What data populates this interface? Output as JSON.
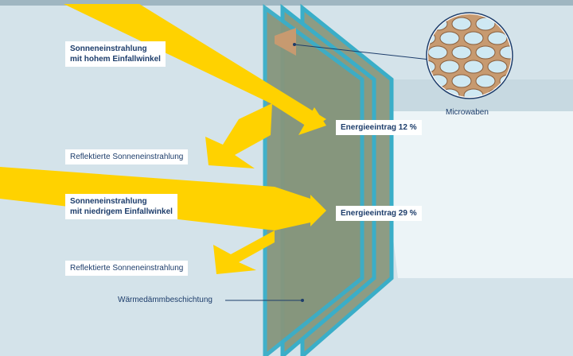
{
  "colors": {
    "background": "#d4e3ea",
    "top_bar": "#9fb6c1",
    "sun_ray": "#ffd200",
    "glass_edge": "#3aaec8",
    "glass_fill": "#86967d",
    "text": "#1d3d6b",
    "honeycomb": "#c79a70"
  },
  "labels": {
    "high_angle_line1": "Sonneneinstrahlung",
    "high_angle_line2": "mit hohem Einfallwinkel",
    "reflected_top": "Reflektierte Sonneneinstrahlung",
    "low_angle_line1": "Sonneneinstrahlung",
    "low_angle_line2": "mit niedrigem Einfallwinkel",
    "reflected_bottom": "Reflektierte Sonneneinstrahlung",
    "energy_12": "Energieeintrag 12 %",
    "energy_29": "Energieeintrag 29 %",
    "microwaben": "Microwaben",
    "coating": "Wärmedämmbeschichtung"
  },
  "icons": {
    "sun_ray": "arrow",
    "microwaben_detail": "honeycomb-circle"
  }
}
